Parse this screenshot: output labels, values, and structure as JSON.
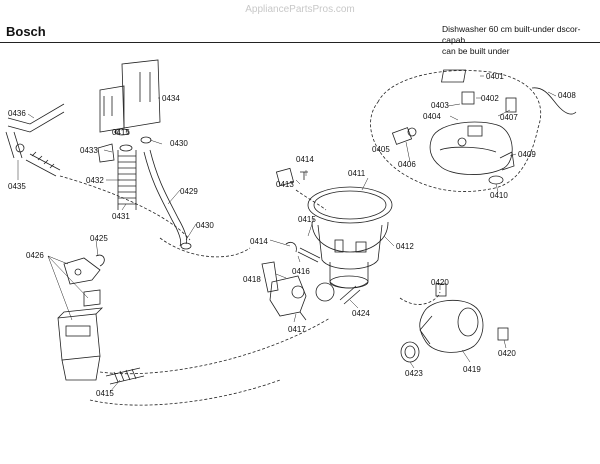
{
  "watermark": "AppliancePartsPros.com",
  "brand": "Bosch",
  "description_line1": "Dishwasher 60 cm built-under dscor-capab",
  "description_line2": "can be built under",
  "parts": {
    "p0401": "0401",
    "p0402": "0402",
    "p0403": "0403",
    "p0404": "0404",
    "p0405": "0405",
    "p0406": "0406",
    "p0407": "0407",
    "p0408": "0408",
    "p0409": "0409",
    "p0410": "0410",
    "p0411": "0411",
    "p0412": "0412",
    "p0413": "0413",
    "p0414a": "0414",
    "p0414b": "0414",
    "p0415a": "0415",
    "p0415b": "0415",
    "p0415c": "0415",
    "p0416": "0416",
    "p0417": "0417",
    "p0418": "0418",
    "p0419": "0419",
    "p0420a": "0420",
    "p0420b": "0420",
    "p0423": "0423",
    "p0424": "0424",
    "p0425": "0425",
    "p0426": "0426",
    "p0429": "0429",
    "p0430a": "0430",
    "p0430b": "0430",
    "p0431": "0431",
    "p0432": "0432",
    "p0433": "0433",
    "p0434": "0434",
    "p0435": "0435",
    "p0436": "0436"
  }
}
